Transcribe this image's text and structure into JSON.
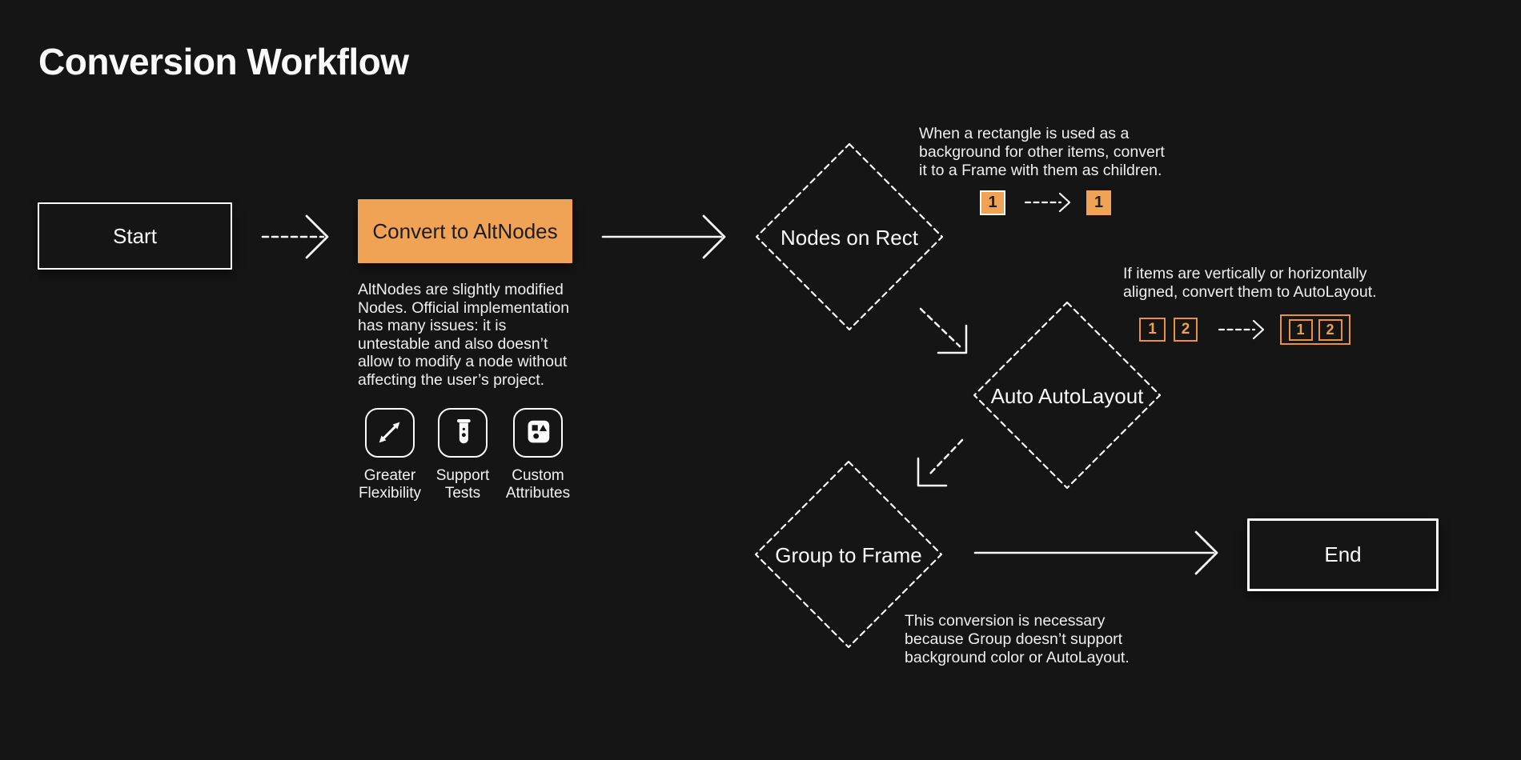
{
  "title": "Conversion Workflow",
  "colors": {
    "background": "#151515",
    "orange": "#F0A355",
    "orange_outline": "#E8913E",
    "white": "#FAFAFA",
    "dark_text": "#1C1C1C"
  },
  "flow": {
    "start": {
      "label": "Start"
    },
    "convert": {
      "label": "Convert to AltNodes",
      "description_lines": [
        "AltNodes are slightly modified",
        "Nodes. Official implementation",
        "has many issues: it is",
        "untestable and also doesn’t",
        "allow to modify a node without",
        "affecting the user’s project."
      ]
    },
    "features": [
      {
        "icon": "expand-icon",
        "label_lines": [
          "Greater",
          "Flexibility"
        ]
      },
      {
        "icon": "test-tube-icon",
        "label_lines": [
          "Support",
          "Tests"
        ]
      },
      {
        "icon": "shapes-icon",
        "label_lines": [
          "Custom",
          "Attributes"
        ]
      }
    ],
    "nodes_on_rect": {
      "label": "Nodes on Rect",
      "annotation_lines": [
        "When a rectangle is used as a",
        "background for other items, convert",
        "it to a Frame with them as children."
      ],
      "example": {
        "before": "1",
        "after": "1"
      }
    },
    "auto_autolayout": {
      "label": "Auto AutoLayout",
      "annotation_lines": [
        "If items are vertically or horizontally",
        "aligned, convert them to AutoLayout."
      ],
      "example": {
        "before": [
          "1",
          "2"
        ],
        "after": [
          "1",
          "2"
        ]
      }
    },
    "group_to_frame": {
      "label": "Group to Frame",
      "annotation_lines": [
        "This conversion is necessary",
        "because Group doesn’t support",
        "background color or AutoLayout."
      ]
    },
    "end": {
      "label": "End"
    }
  }
}
